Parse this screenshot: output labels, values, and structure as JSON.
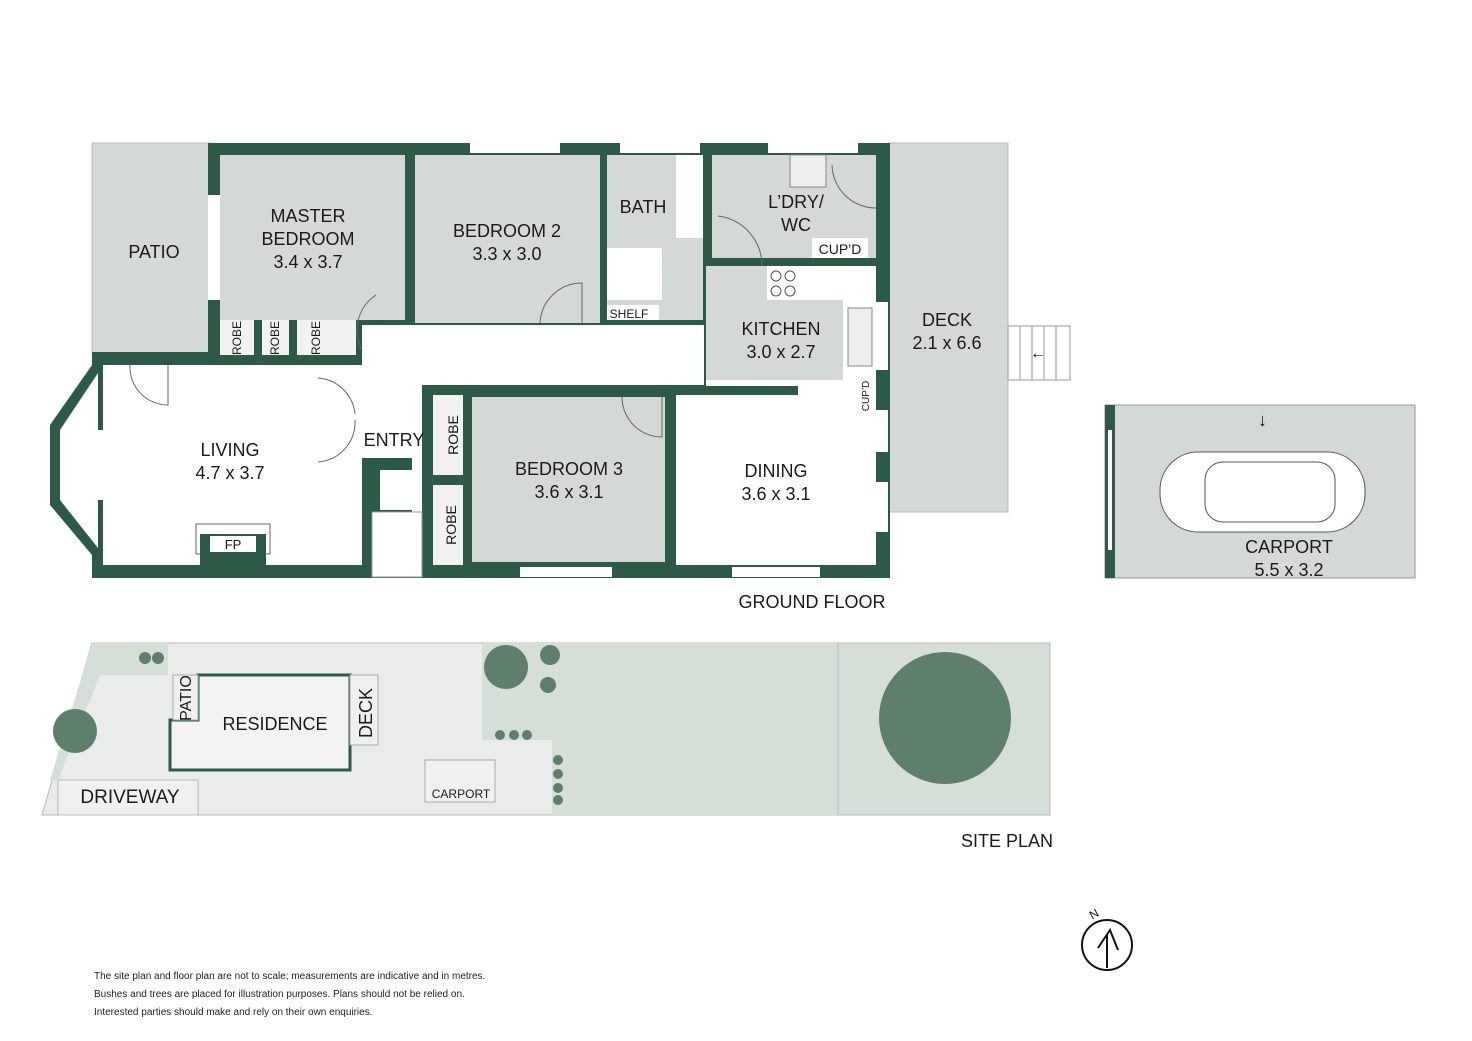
{
  "colors": {
    "wall": "#2d5a47",
    "room": "#d4d9d6",
    "site": "#e9ecea",
    "lawn": "#d6ded8",
    "tree": "#5d7f6b"
  },
  "ground_floor": {
    "title": "GROUND FLOOR",
    "rooms": {
      "patio": {
        "name": "PATIO"
      },
      "master": {
        "name1": "MASTER",
        "name2": "BEDROOM",
        "size": "3.4 x 3.7"
      },
      "bedroom2": {
        "name": "BEDROOM 2",
        "size": "3.3 x 3.0"
      },
      "bath": {
        "name": "BATH"
      },
      "laundry": {
        "name1": "L’DRY/",
        "name2": "WC"
      },
      "cupd1": "CUP’D",
      "cupd2": "CUP’D",
      "shelf": "SHELF",
      "kitchen": {
        "name": "KITCHEN",
        "size": "3.0 x 2.7"
      },
      "deck": {
        "name": "DECK",
        "size": "2.1 x 6.6"
      },
      "living": {
        "name": "LIVING",
        "size": "4.7 x 3.7"
      },
      "fp": "FP",
      "entry": "ENTRY",
      "robe": "ROBE",
      "bedroom3": {
        "name": "BEDROOM 3",
        "size": "3.6 x 3.1"
      },
      "dining": {
        "name": "DINING",
        "size": "3.6 x 3.1"
      }
    }
  },
  "carport": {
    "name": "CARPORT",
    "size": "5.5 x 3.2"
  },
  "site_plan": {
    "title": "SITE PLAN",
    "residence": "RESIDENCE",
    "patio": "PATIO",
    "deck": "DECK",
    "driveway": "DRIVEWAY",
    "carport": "CARPORT"
  },
  "north": "N",
  "disclaimer": [
    "The site plan and floor plan are not to scale; measurements are indicative and in metres.",
    "Bushes and trees are placed for illustration purposes. Plans should not be relied on.",
    "Interested parties should make and rely on their own enquiries."
  ]
}
